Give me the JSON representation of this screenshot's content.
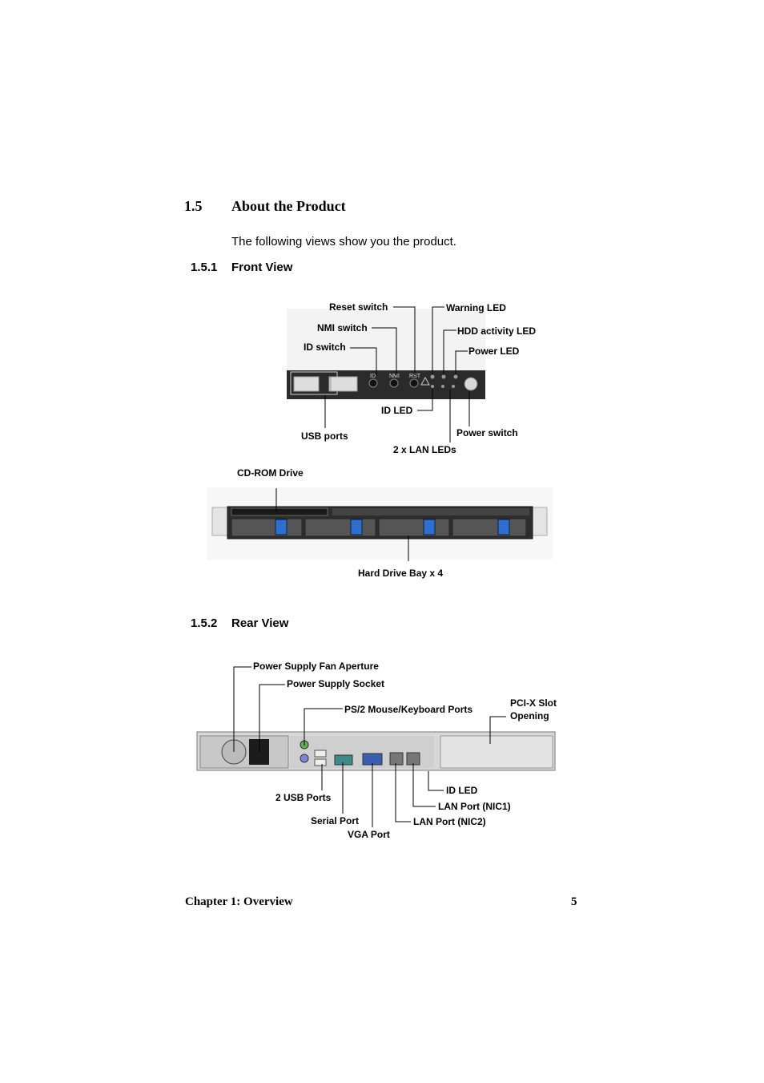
{
  "section": {
    "number": "1.5",
    "title": "About the Product"
  },
  "intro": "The following views show you the product.",
  "front_view": {
    "number": "1.5.1",
    "title": "Front View",
    "panel_marks": {
      "id": "ID",
      "nmi": "NMI",
      "rst": "RST"
    },
    "labels": {
      "reset_switch": "Reset switch",
      "nmi_switch": "NMI switch",
      "id_switch": "ID switch",
      "warning_led": "Warning LED",
      "hdd_activity_led": "HDD activity LED",
      "power_led": "Power LED",
      "id_led": "ID LED",
      "usb_ports": "USB ports",
      "power_switch": "Power switch",
      "lan_leds": "2 x LAN LEDs",
      "cdrom_drive": "CD-ROM Drive",
      "hard_drive_bay": "Hard Drive Bay x 4"
    }
  },
  "rear_view": {
    "number": "1.5.2",
    "title": "Rear View",
    "labels": {
      "psu_fan": "Power Supply Fan Aperture",
      "psu_socket": "Power Supply Socket",
      "ps2_ports": "PS/2 Mouse/Keyboard Ports",
      "pcix_line1": "PCI-X Slot",
      "pcix_line2": "Opening",
      "usb_ports": "2 USB Ports",
      "id_led": "ID LED",
      "lan_nic1": "LAN Port (NIC1)",
      "lan_nic2": "LAN Port (NIC2)",
      "serial_port": "Serial Port",
      "vga_port": "VGA Port"
    }
  },
  "footer": {
    "chapter": "Chapter 1: Overview",
    "page": "5"
  }
}
